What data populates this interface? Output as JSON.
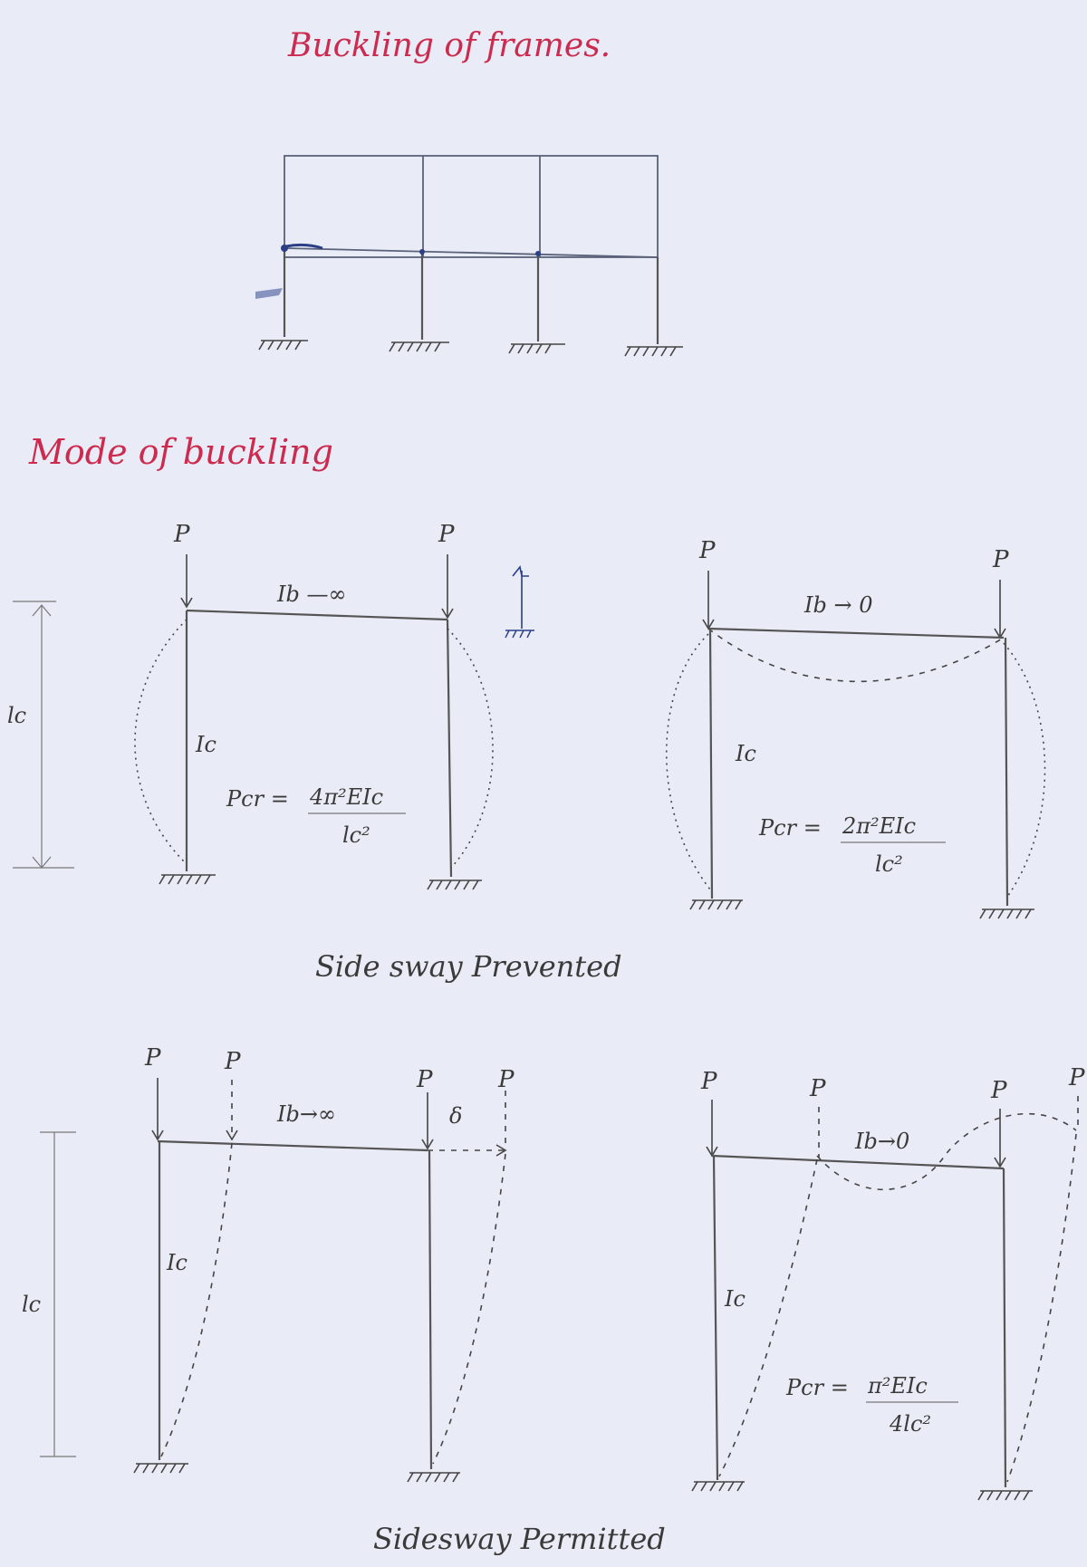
{
  "title": "Buckling of frames.",
  "section_title": "Mode of buckling",
  "load_label": "P",
  "column_label": "Ic",
  "length_label": "lc",
  "sway_label": "δ",
  "cases": {
    "prevented_rigid": {
      "beam": "Ib —∞",
      "formula_lhs": "Pcr =",
      "formula_num": "4π²EIc",
      "formula_den": "lc²"
    },
    "prevented_flexible": {
      "beam": "Ib → 0",
      "formula_lhs": "Pcr =",
      "formula_num": "2π²EIc",
      "formula_den": "lc²"
    },
    "permitted_rigid": {
      "beam": "Ib→∞"
    },
    "permitted_flexible": {
      "beam": "Ib→0",
      "formula_lhs": "Pcr =",
      "formula_num": "π²EIc",
      "formula_den": "4lc²"
    }
  },
  "captions": {
    "prevented": "Side sway Prevented",
    "permitted": "Sidesway Permitted"
  },
  "colors": {
    "title": "#cc2b4f",
    "ink": "#3a3a3a",
    "paper": "#e9ecf6",
    "accent": "#2a3f86"
  }
}
